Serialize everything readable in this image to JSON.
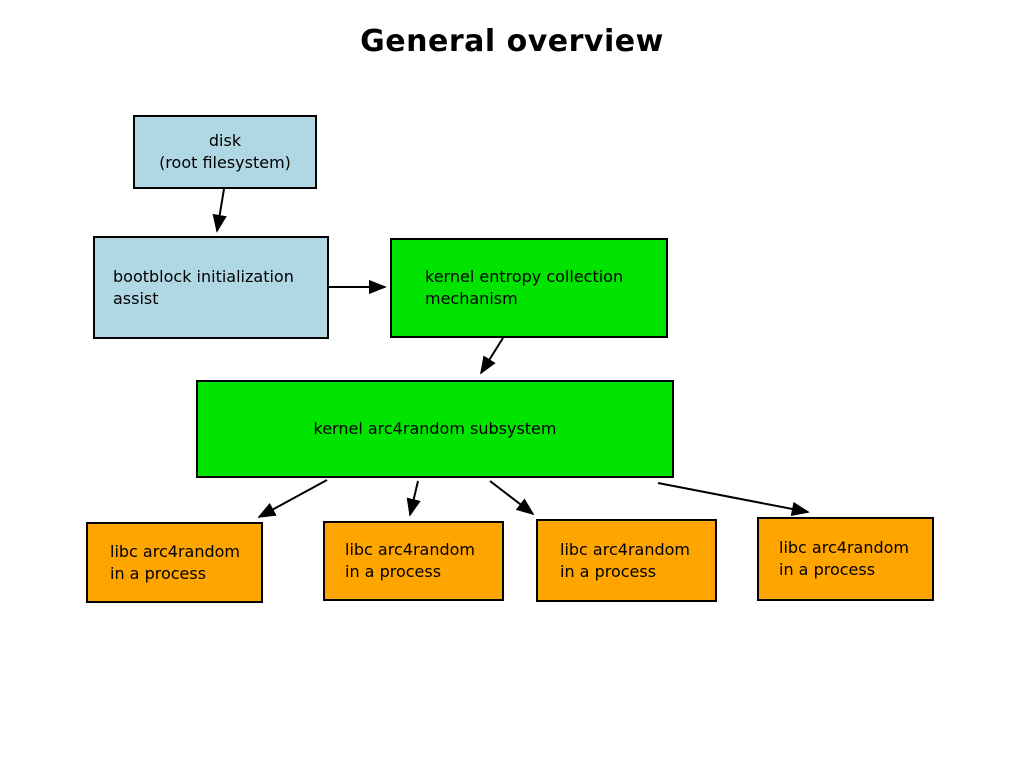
{
  "title": "General overview",
  "colors": {
    "node_blue": "#b0d7e4",
    "node_green": "#00e400",
    "node_orange": "#ffa500",
    "line": "#000000"
  },
  "nodes": {
    "disk": {
      "lines": [
        "disk",
        "(root filesystem)"
      ]
    },
    "bootblock": {
      "lines": [
        "bootblock initialization",
        "assist"
      ]
    },
    "entropy": {
      "lines": [
        "kernel entropy collection",
        "mechanism"
      ]
    },
    "arc4random": {
      "lines": [
        "kernel arc4random subsystem"
      ]
    },
    "libc1": {
      "lines": [
        "libc arc4random",
        "in a process"
      ]
    },
    "libc2": {
      "lines": [
        "libc arc4random",
        "in a process"
      ]
    },
    "libc3": {
      "lines": [
        "libc arc4random",
        "in a process"
      ]
    },
    "libc4": {
      "lines": [
        "libc arc4random",
        "in a process"
      ]
    }
  }
}
